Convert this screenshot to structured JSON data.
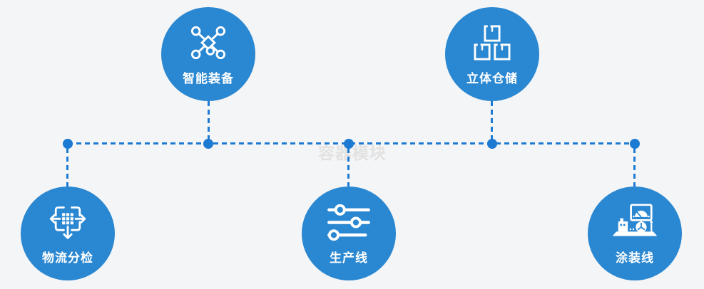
{
  "diagram": {
    "watermark": "容器模块",
    "nodes": [
      {
        "label": "智能装备",
        "icon": "network-nodes-icon",
        "position": "top-left"
      },
      {
        "label": "立体仓储",
        "icon": "stacked-boxes-icon",
        "position": "top-right"
      },
      {
        "label": "物流分检",
        "icon": "sort-distribute-icon",
        "position": "bottom-left"
      },
      {
        "label": "生产线",
        "icon": "sliders-icon",
        "position": "bottom-center"
      },
      {
        "label": "涂装线",
        "icon": "coating-machine-icon",
        "position": "bottom-right"
      }
    ],
    "colors": {
      "node_fill": "#2a87d1",
      "connector": "#1d7ad3",
      "background": "#f4f5f6",
      "label_text": "#ffffff",
      "watermark_text": "#e2e2e2"
    }
  }
}
